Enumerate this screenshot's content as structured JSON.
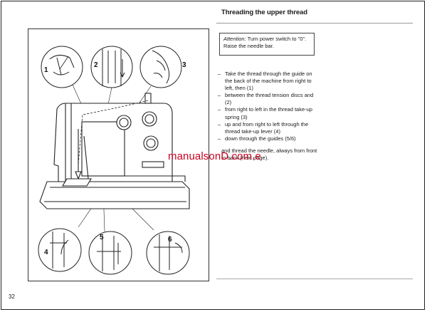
{
  "header": {
    "title": "Threading the upper thread"
  },
  "attention": {
    "label": "Attention:",
    "text": " Turn power switch to \"0\". Raise the needle bar."
  },
  "steps": [
    "Take the thread through the guide on the back of the machine from right to left, then (1)",
    "between the thread tension discs and (2)",
    "from right to left in the thread take-up spring (3)",
    "up and from right to left through the thread take-up lever (4)",
    "down through the guides (5/6)"
  ],
  "step_marker": "–",
  "final_text": "and thread the needle, always from front to back (next page).",
  "watermark": "manualsonD.com.e",
  "figure": {
    "callouts": [
      "1",
      "2",
      "3",
      "4",
      "5",
      "6"
    ]
  },
  "footer": {
    "page_number": "32"
  }
}
